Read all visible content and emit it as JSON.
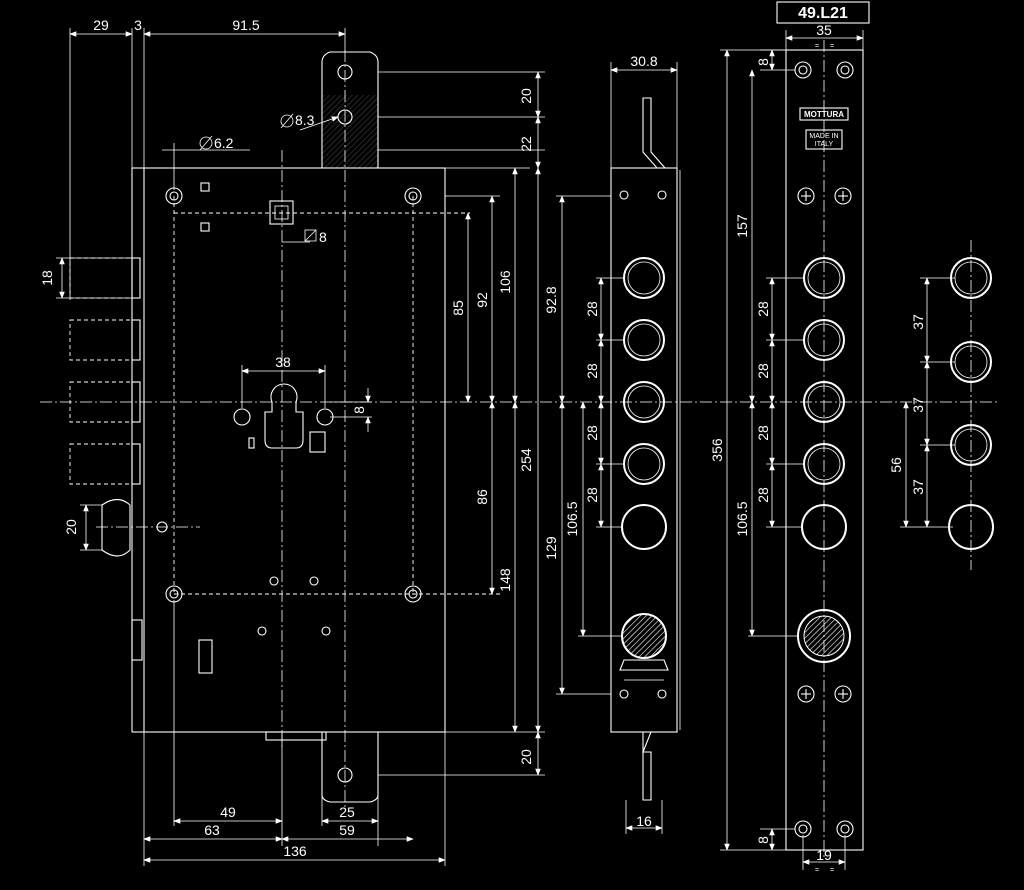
{
  "title_box": "49.L21",
  "plate": {
    "brand": "MOTTURA",
    "made_in_line1": "MADE IN",
    "made_in_line2": "ITALY"
  },
  "front_view": {
    "top_29": "29",
    "top_3": "3",
    "top_91_5": "91.5",
    "dia_6_2": "6.2",
    "dia_8_3": "8.3",
    "sq_8": "8",
    "w_38": "38",
    "h_8": "8",
    "dia_18": "18",
    "dia_20": "20",
    "v_20_top": "20",
    "v_22": "22",
    "v_85": "85",
    "v_92": "92",
    "v_106": "106",
    "v_86": "86",
    "v_148": "148",
    "v_254": "254",
    "v_20_bottom": "20",
    "b_49": "49",
    "b_25": "25",
    "b_63": "63",
    "b_59": "59",
    "b_136": "136"
  },
  "side_view": {
    "w_30_8": "30.8",
    "v_92_8": "92.8",
    "v_129": "129",
    "v_106_5": "106.5",
    "p28a": "28",
    "p28b": "28",
    "p28c": "28",
    "p28d": "28",
    "w_16": "16"
  },
  "faceplate_view": {
    "w_35": "35",
    "eq": "=",
    "v_8_top": "8",
    "v_157": "157",
    "v_356": "356",
    "v_106_5": "106.5",
    "p28a": "28",
    "p28b": "28",
    "p28c": "28",
    "p28d": "28",
    "v_8_bottom": "8",
    "w_19": "19"
  },
  "bolt_detail": {
    "p37a": "37",
    "p37b": "37",
    "p37c": "37",
    "v_56": "56"
  }
}
